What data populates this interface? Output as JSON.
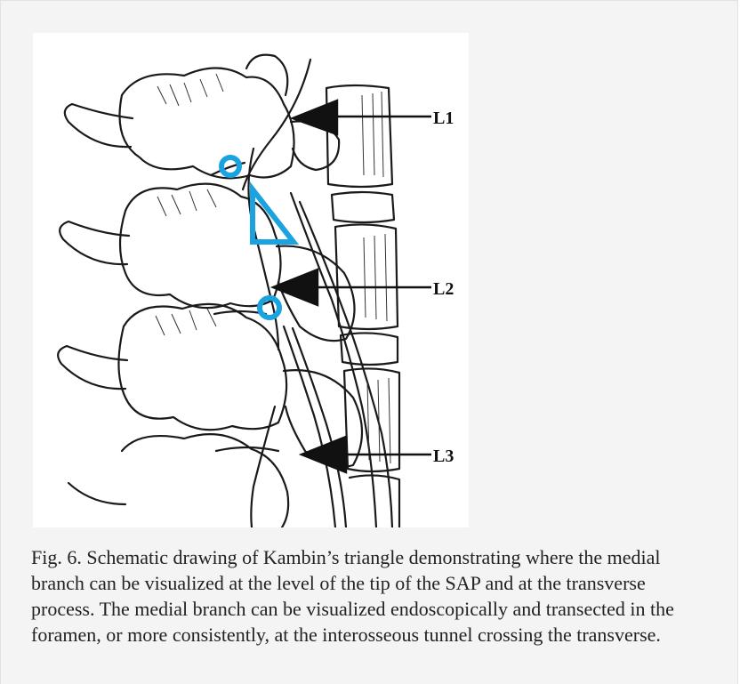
{
  "figure": {
    "caption": "Fig. 6. Schematic drawing of Kambin’s triangle demonstrating where the medial branch can be visualized at the level of the tip of the SAP and at the transverse process. The medial branch can be visualized endoscopically and transected in the foramen, or more consistently, at the interosseous tunnel crossing the transverse.",
    "labels": {
      "l1": "L1",
      "l2": "L2",
      "l3": "L3"
    },
    "marker_color": "#1ba3e0",
    "ink_color": "#111111"
  }
}
